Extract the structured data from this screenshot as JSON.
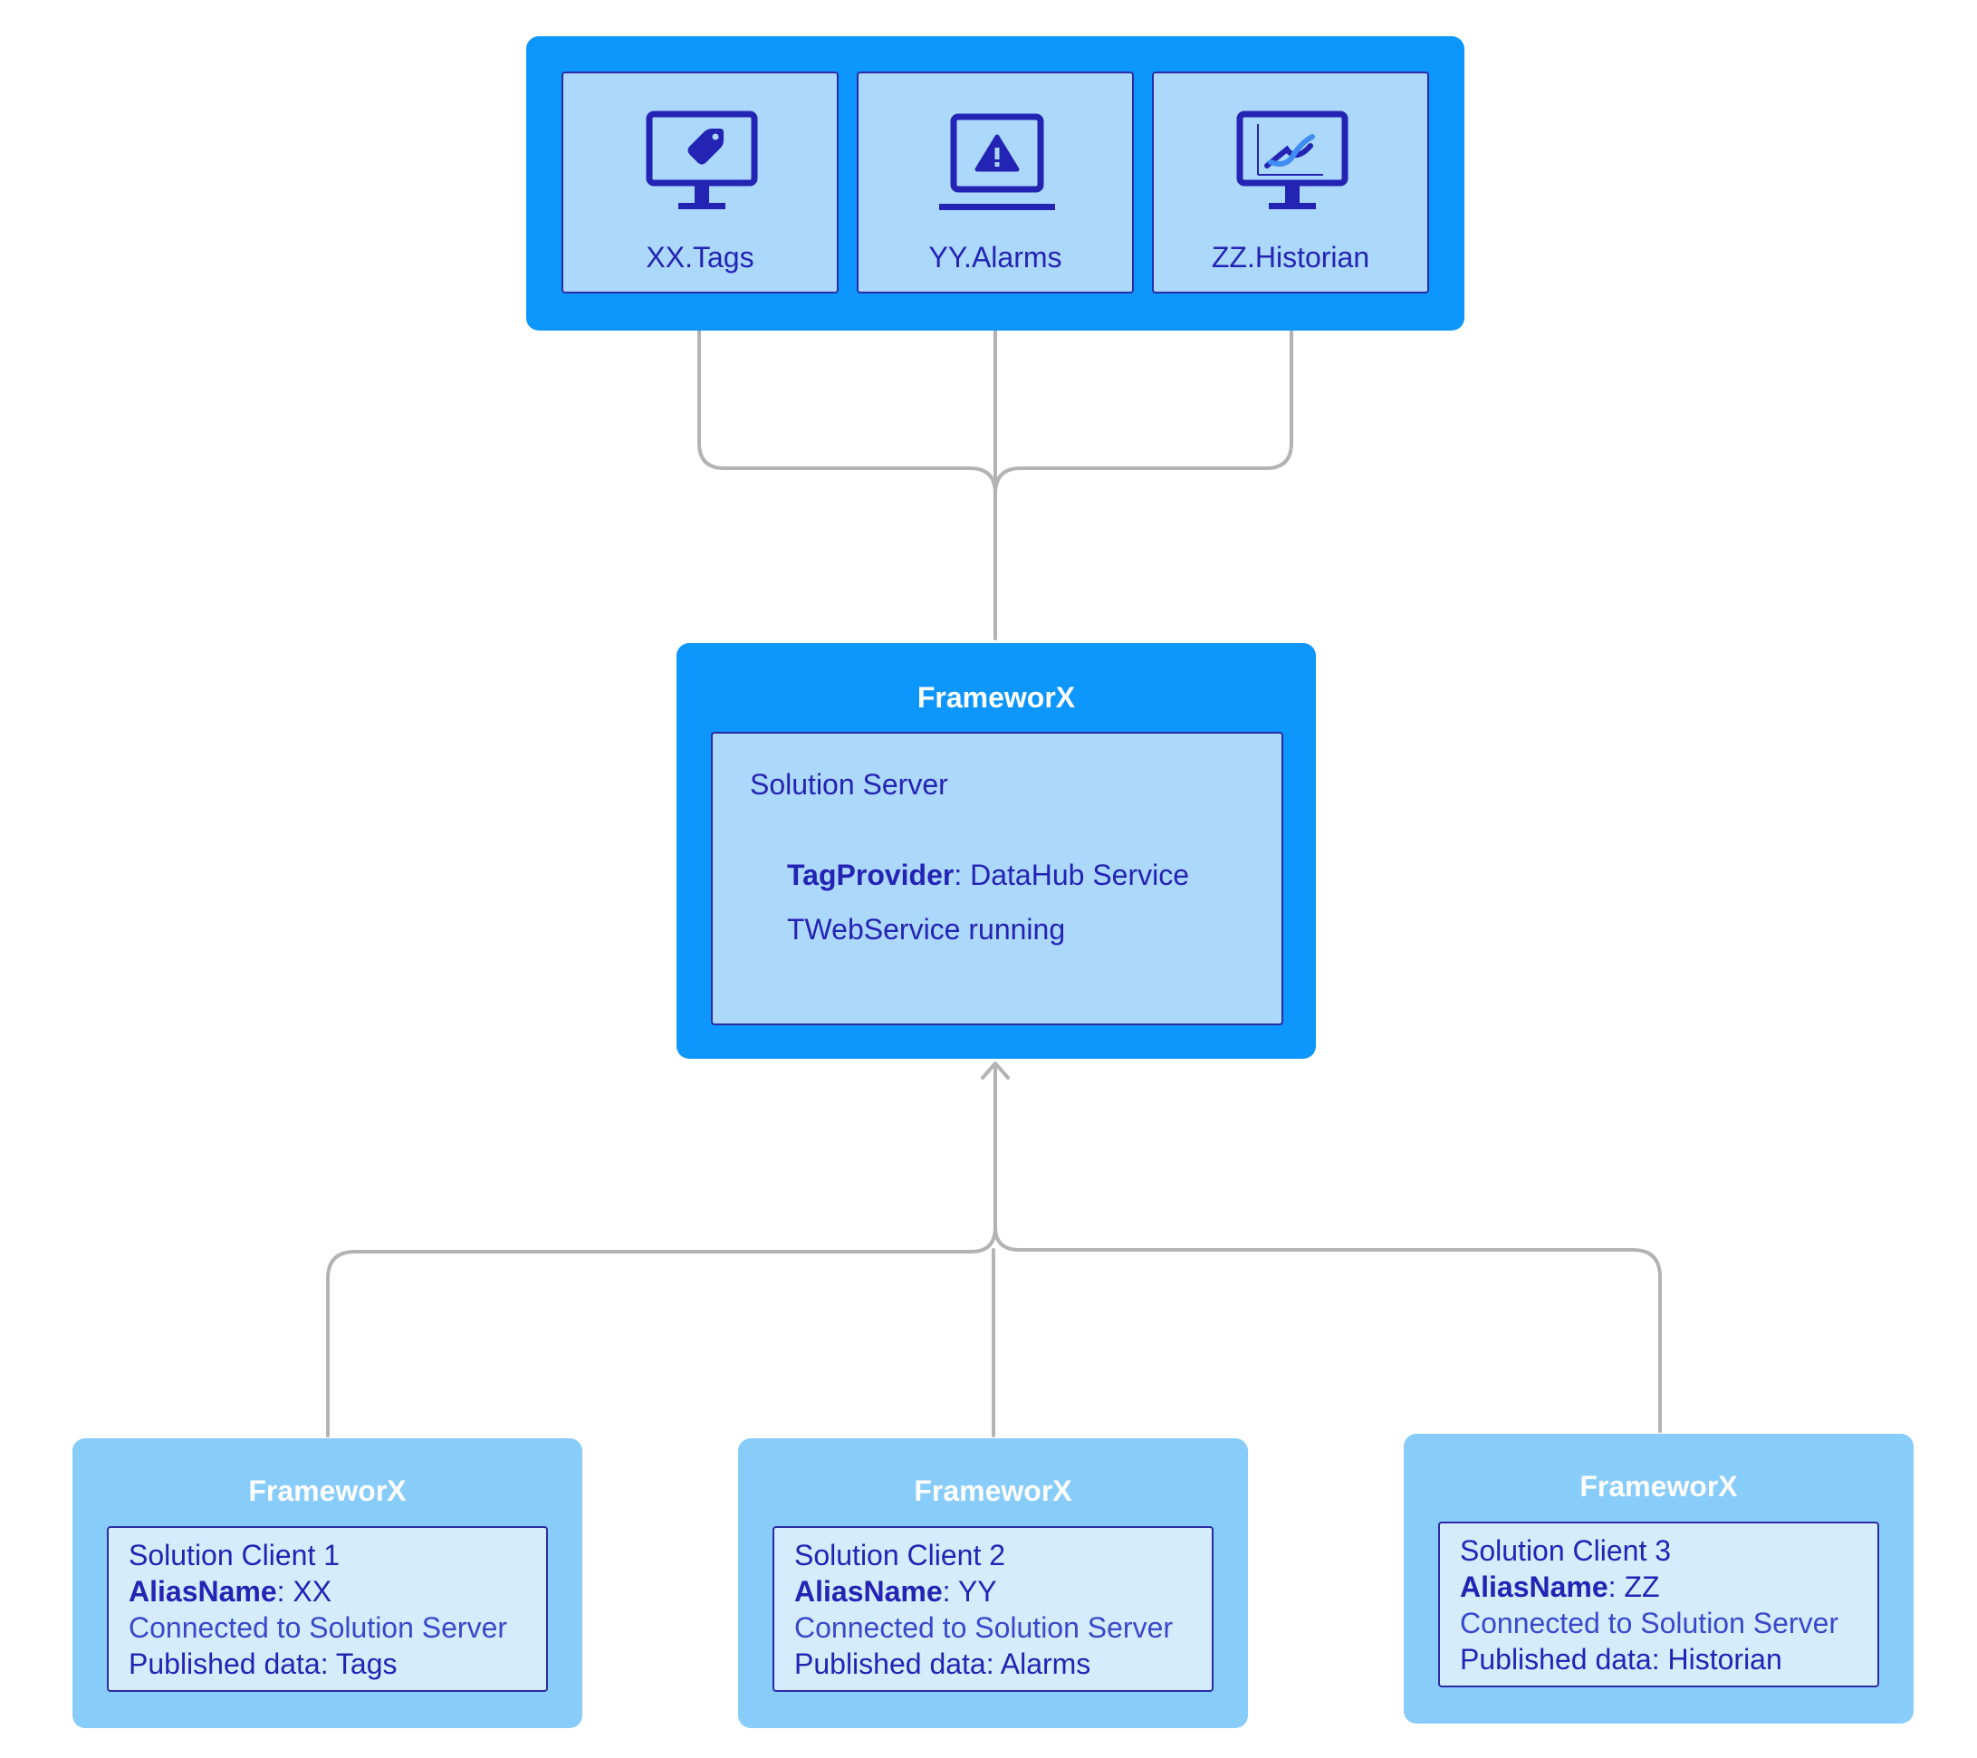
{
  "top": {
    "tiles": [
      {
        "label": "XX.Tags",
        "icon": "monitor-tag-icon"
      },
      {
        "label": "YY.Alarms",
        "icon": "laptop-alarm-icon"
      },
      {
        "label": "ZZ.Historian",
        "icon": "monitor-chart-icon"
      }
    ]
  },
  "server": {
    "title": "FrameworX",
    "name": "Solution Server",
    "tag_provider_key": "TagProvider",
    "tag_provider_value": ": DataHub Service",
    "service_status": "TWebService running"
  },
  "clients": [
    {
      "title": "FrameworX",
      "name": "Solution Client 1",
      "alias_key": "AliasName",
      "alias_value": ": XX",
      "connection": "Connected to Solution Server",
      "published": "Published data: Tags"
    },
    {
      "title": "FrameworX",
      "name": "Solution Client 2",
      "alias_key": "AliasName",
      "alias_value": ": YY",
      "connection": "Connected to Solution Server",
      "published": "Published data: Alarms"
    },
    {
      "title": "FrameworX",
      "name": "Solution Client 3",
      "alias_key": "AliasName",
      "alias_value": ": ZZ",
      "connection": "Connected to Solution Server",
      "published": "Published data: Historian"
    }
  ],
  "colors": {
    "panel_blue": "#0d96fb",
    "tile_blue": "#acd8fb",
    "client_blue": "#88ccf9",
    "client_inner": "#d4ecfc",
    "text_indigo": "#2323b4",
    "connector_gray": "#b3b3b3"
  }
}
